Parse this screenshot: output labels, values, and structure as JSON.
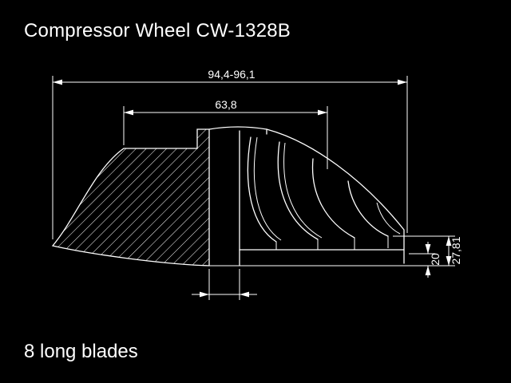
{
  "title": "Compressor Wheel CW-1328B",
  "note": "8 long blades",
  "drawing": {
    "dim_overall_diameter": "94,4-96,1",
    "dim_inducer_diameter": "63,8",
    "dim_total_height": "27,81",
    "dim_back_height": "20"
  },
  "colors": {
    "background": "#000000",
    "line": "#ffffff",
    "text": "#ffffff"
  }
}
